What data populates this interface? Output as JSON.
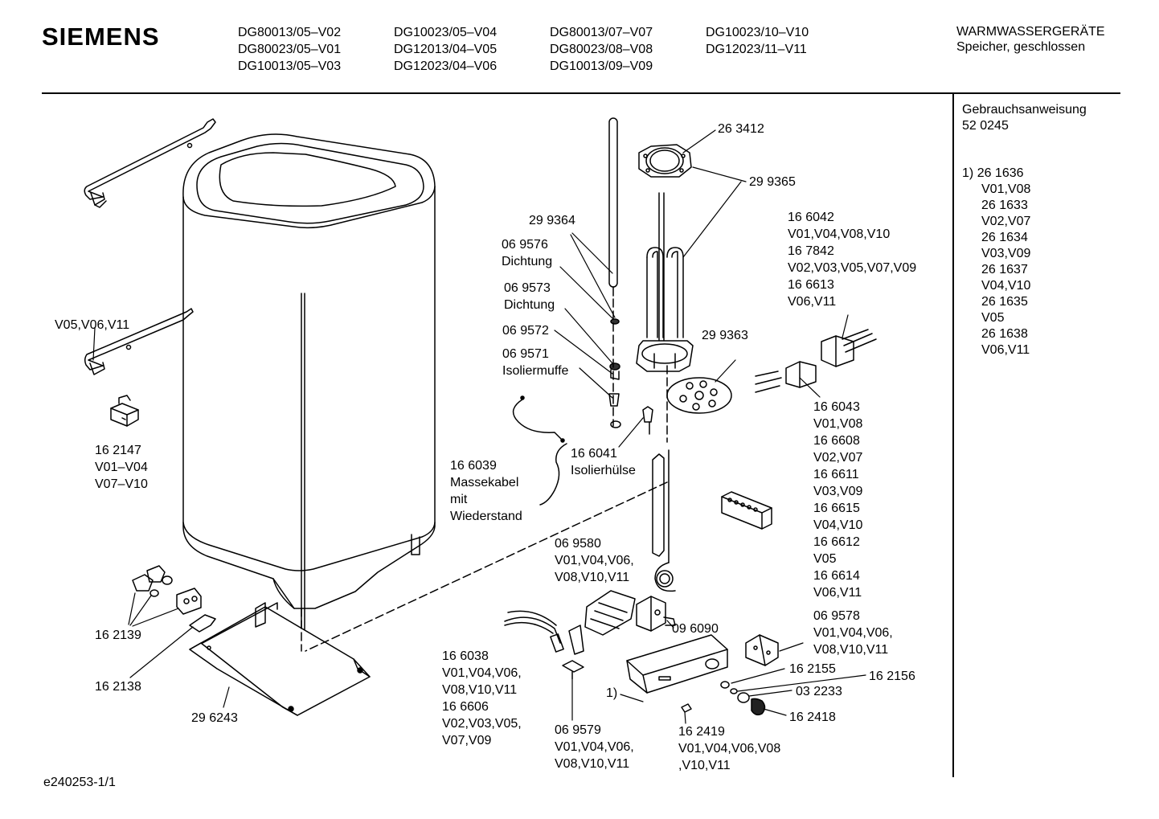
{
  "header": {
    "brand": "SIEMENS",
    "models": [
      [
        "DG80013/05–V02",
        "DG80023/05–V01",
        "DG10013/05–V03"
      ],
      [
        "DG10023/05–V04",
        "DG12013/04–V05",
        "DG12023/04–V06"
      ],
      [
        "DG80013/07–V07",
        "DG80023/08–V08",
        "DG10013/09–V09"
      ],
      [
        "DG10023/10–V10",
        "DG12023/11–V11"
      ]
    ],
    "category": "WARMWASSERGERÄTE",
    "subcategory": "Speicher, geschlossen"
  },
  "sidebar": {
    "manual_label": "Gebrauchsanweisung",
    "manual_number": "52 0245",
    "note_marker": "1)",
    "note_items": [
      {
        "part": "26 1636",
        "variants": "V01,V08"
      },
      {
        "part": "26 1633",
        "variants": "V02,V07"
      },
      {
        "part": "26 1634",
        "variants": "V03,V09"
      },
      {
        "part": "26 1637",
        "variants": "V04,V10"
      },
      {
        "part": "26 1635",
        "variants": "V05"
      },
      {
        "part": "26 1638",
        "variants": "V06,V11"
      }
    ]
  },
  "labels": {
    "p263412": "26 3412",
    "p299365": "29 9365",
    "p299364": "29 9364",
    "p069576": "06 9576",
    "p069576_name": "Dichtung",
    "p069573": "06 9573",
    "p069573_name": "Dichtung",
    "p069572": "06 9572",
    "p069571": "06 9571",
    "p069571_name": "Isoliermuffe",
    "p299363": "29 9363",
    "bracket_variants": "V05,V06,V11",
    "p162147": [
      "16 2147",
      "V01–V04",
      "V07–V10"
    ],
    "p166039": [
      "16 6039",
      "Massekabel",
      "mit",
      "Wiederstand"
    ],
    "p166041": [
      "16 6041",
      "Isolierhülse"
    ],
    "p166042_group": [
      "16 6042",
      "V01,V04,V08,V10",
      "16 7842",
      "V02,V03,V05,V07,V09",
      "16 6613",
      "V06,V11"
    ],
    "p166043_group": [
      "16 6043",
      "V01,V08",
      "16 6608",
      "V02,V07",
      "16 6611",
      "V03,V09",
      "16 6615",
      "V04,V10",
      "16 6612",
      "V05",
      "16 6614",
      "V06,V11"
    ],
    "p069578": [
      "06 9578",
      "V01,V04,V06,",
      "V08,V10,V11"
    ],
    "p069580": [
      "06 9580",
      "V01,V04,V06,",
      "V08,V10,V11"
    ],
    "p096090": "09 6090",
    "p162155": "16 2155",
    "p162156": "16 2156",
    "p032233": "03 2233",
    "p162418": "16 2418",
    "p162419": [
      "16 2419",
      "V01,V04,V06,V08",
      ",V10,V11"
    ],
    "p069579": [
      "06 9579",
      "V01,V04,V06,",
      "V08,V10,V11"
    ],
    "p166038": [
      "16 6038",
      "V01,V04,V06,",
      "V08,V10,V11",
      "16 6606",
      "V02,V03,V05,",
      "V07,V09"
    ],
    "note_marker_in_drawing": "1)",
    "p162139": "16 2139",
    "p162138": "16 2138",
    "p296243": "29 6243"
  },
  "footer": {
    "doc_id": "e240253-1/1"
  }
}
